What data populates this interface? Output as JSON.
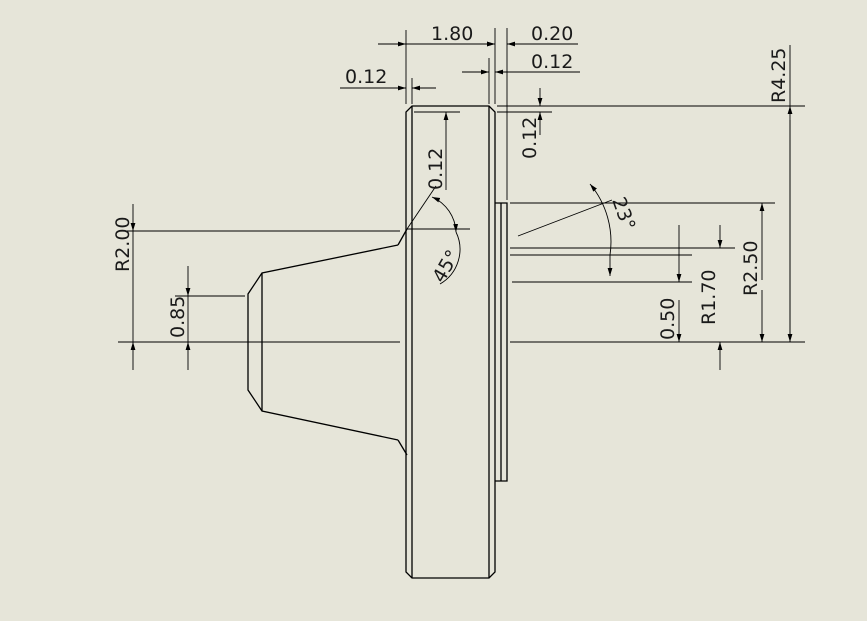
{
  "drawing": {
    "background": "#e6e5d9",
    "line_color": "#000000",
    "dimensions": {
      "d_width_1_80": "1.80",
      "d_width_0_20": "0.20",
      "d_width_0_12_top_left": "0.12",
      "d_width_0_12_top_right": "0.12",
      "d_height_0_12_right": "0.12",
      "d_chamfer_0_12": "0.12",
      "d_angle_45": "45°",
      "d_angle_23": "23°",
      "d_radius_4_25": "R4.25",
      "d_radius_2_50": "R2.50",
      "d_radius_1_70": "R1.70",
      "d_dim_0_50": "0.50",
      "d_radius_2_00": "R2.00",
      "d_dim_0_85": "0.85"
    }
  }
}
